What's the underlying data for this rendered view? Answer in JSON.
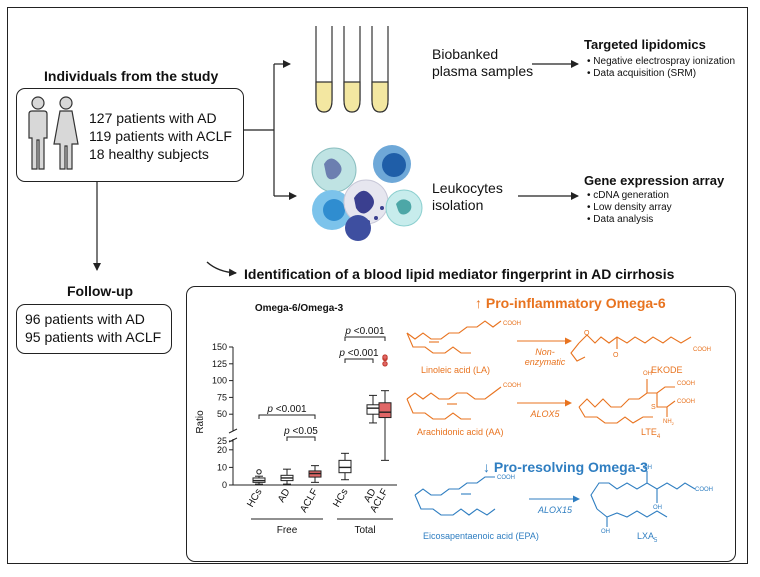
{
  "individuals": {
    "title": "Individuals from the study",
    "lines": [
      "127 patients with AD",
      "119 patients with ACLF",
      "18 healthy subjects"
    ]
  },
  "followup": {
    "title": "Follow-up",
    "lines": [
      "96 patients with AD",
      "95 patients with ACLF"
    ]
  },
  "plasma": {
    "label_line1": "Biobanked",
    "label_line2": "plasma samples",
    "method_title": "Targeted lipidomics",
    "bullets": [
      "• Negative electrospray ionization",
      "• Data acquisition (SRM)"
    ]
  },
  "leukocytes": {
    "label_line1": "Leukocytes",
    "label_line2": "isolation",
    "method_title": "Gene expression array",
    "bullets": [
      "• cDNA generation",
      "• Low density array",
      "• Data analysis"
    ]
  },
  "fingerprint_title": "Identification of a blood lipid mediator fingerprint in AD cirrhosis",
  "pro_inflammatory": {
    "title": "Pro-inflammatory Omega-6",
    "arrow_glyph": "↑",
    "color": "#e8731f",
    "reactions": [
      {
        "substrate": "Linoleic acid (LA)",
        "enzyme_line1": "Non-",
        "enzyme_line2": "enzymatic",
        "product": "EKODE"
      },
      {
        "substrate": "Arachidonic acid (AA)",
        "enzyme_line1": "ALOX5",
        "enzyme_line2": "",
        "product": "LTE",
        "product_sub": "4"
      }
    ]
  },
  "pro_resolving": {
    "title": "Pro-resolving Omega-3",
    "arrow_glyph": "↓",
    "color": "#2f7ec1",
    "reactions": [
      {
        "substrate": "Eicosapentaenoic acid (EPA)",
        "enzyme_line1": "ALOX15",
        "enzyme_line2": "",
        "product": "LXA",
        "product_sub": "5"
      }
    ]
  },
  "molecule_labels": {
    "cooh": "COOH",
    "oh": "OH",
    "nh2": "NH",
    "nh2_sub": "2",
    "o": "O",
    "s": "S"
  },
  "chart_data": {
    "type": "box",
    "title": "Omega-6/Omega-3",
    "ylabel": "Ratio",
    "yaxis": {
      "lower_segment": {
        "range": [
          0,
          25
        ],
        "ticks": [
          0,
          10,
          20
        ]
      },
      "upper_segment": {
        "range": [
          25,
          150
        ],
        "ticks": [
          25,
          50,
          75,
          100,
          125,
          150
        ]
      },
      "broken": true
    },
    "categories": [
      "HCs",
      "AD",
      "ACLF",
      "HCs",
      "AD",
      "ACLF"
    ],
    "groups": [
      {
        "name": "Free",
        "indices": [
          0,
          1,
          2
        ]
      },
      {
        "name": "Total",
        "indices": [
          3,
          4,
          5
        ]
      }
    ],
    "colors": [
      "#ffffff",
      "#ffffff",
      "#e06666",
      "#ffffff",
      "#ffffff",
      "#e06666"
    ],
    "boxes": [
      {
        "label": "HCs",
        "group": "Free",
        "min": 0.5,
        "q1": 1.5,
        "median": 2.5,
        "q3": 4,
        "max": 5,
        "outliers": [
          7.5
        ]
      },
      {
        "label": "AD",
        "group": "Free",
        "min": 0.5,
        "q1": 2.5,
        "median": 4,
        "q3": 5.5,
        "max": 9,
        "outliers": []
      },
      {
        "label": "ACLF",
        "group": "Free",
        "min": 1.5,
        "q1": 4.5,
        "median": 6.5,
        "q3": 8,
        "max": 11,
        "outliers": []
      },
      {
        "label": "HCs",
        "group": "Total",
        "min": 3,
        "q1": 7,
        "median": 10,
        "q3": 14,
        "max": 18,
        "outliers": []
      },
      {
        "label": "AD",
        "group": "Total",
        "min": 37,
        "q1": 50,
        "median": 59,
        "q3": 64,
        "max": 78,
        "outliers": []
      },
      {
        "label": "ACLF",
        "group": "Total",
        "min": 14,
        "q1": 45,
        "median": 53,
        "q3": 67,
        "max": 85,
        "outliers": [
          125,
          133,
          135
        ]
      }
    ],
    "annotations": [
      {
        "text": "p <0.001",
        "from": 0,
        "to": 2
      },
      {
        "text": "p <0.05",
        "from": 1,
        "to": 2
      },
      {
        "text": "p <0.001",
        "from": 3,
        "to": 4
      },
      {
        "text": "p <0.001",
        "from": 3,
        "to": 5
      }
    ]
  }
}
